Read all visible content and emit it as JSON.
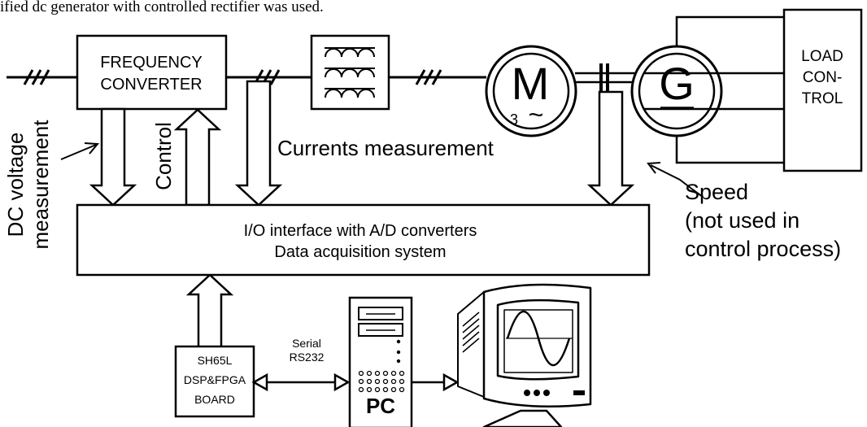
{
  "header_text": "ified dc generator with controlled rectifier was used.",
  "blocks": {
    "frequency_converter": [
      "FREQUENCY",
      "CONVERTER"
    ],
    "motor_letter": "M",
    "motor_phase": "3",
    "motor_ac_symbol": "~",
    "generator_letter": "G",
    "load_control": [
      "LOAD",
      "CON-",
      "TROL"
    ],
    "io_interface": [
      "I/O interface with A/D converters",
      "Data  acquisition system"
    ],
    "dsp_board": [
      "SH65L",
      "DSP&FPGA",
      "BOARD"
    ],
    "pc_label": "PC"
  },
  "labels": {
    "dc_voltage": [
      "DC voltage",
      "measurement"
    ],
    "control": "Control",
    "currents": "Currents measurement",
    "speed": [
      "Speed",
      "(not used in",
      "control process)"
    ],
    "serial": [
      "Serial",
      "RS232"
    ]
  }
}
